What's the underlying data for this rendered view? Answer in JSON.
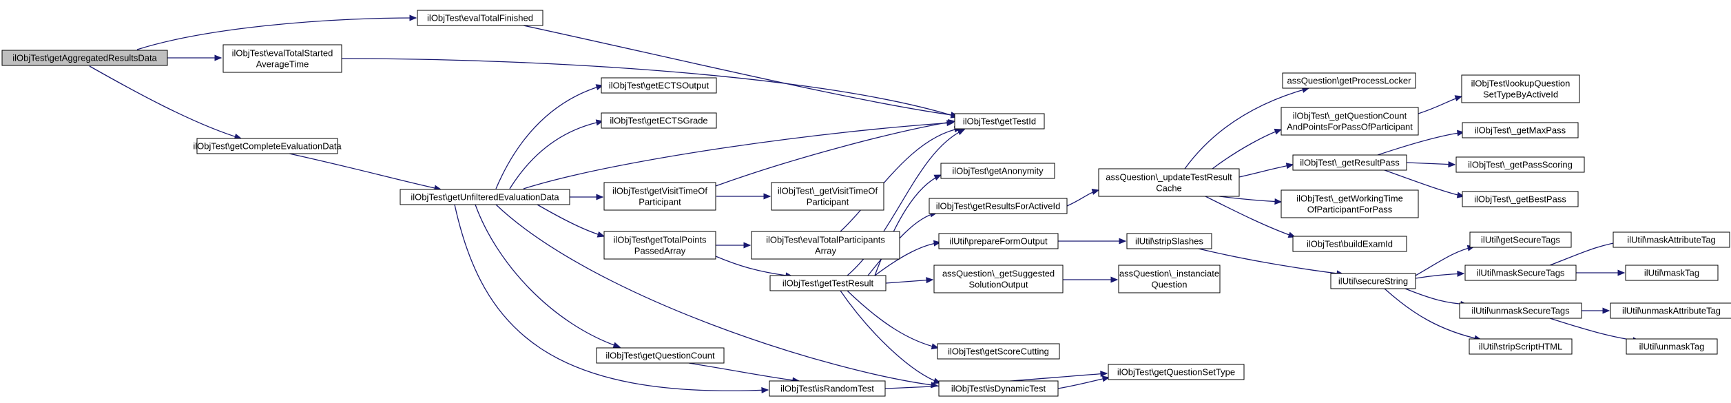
{
  "diagram": {
    "type": "call-graph",
    "colors": {
      "edge": "#191970",
      "root_fill": "#bfbfbf",
      "node_fill": "#ffffff",
      "node_border": "#000000"
    },
    "nodes": {
      "n0": {
        "lines": [
          "ilObjTest\\getAggregatedResultsData"
        ],
        "root": true
      },
      "n1": {
        "lines": [
          "ilObjTest\\evalTotalFinished"
        ]
      },
      "n2": {
        "lines": [
          "ilObjTest\\evalTotalStarted",
          "AverageTime"
        ]
      },
      "n3": {
        "lines": [
          "ilObjTest\\getCompleteEvaluationData"
        ]
      },
      "n4": {
        "lines": [
          "ilObjTest\\getTestId"
        ]
      },
      "n5": {
        "lines": [
          "ilObjTest\\getUnfilteredEvaluationData"
        ]
      },
      "n6": {
        "lines": [
          "ilObjTest\\getECTSOutput"
        ]
      },
      "n7": {
        "lines": [
          "ilObjTest\\getECTSGrade"
        ]
      },
      "n8": {
        "lines": [
          "ilObjTest\\getVisitTimeOf",
          "Participant"
        ]
      },
      "n9": {
        "lines": [
          "ilObjTest\\getTotalPoints",
          "PassedArray"
        ]
      },
      "n10": {
        "lines": [
          "ilObjTest\\getQuestionCount"
        ]
      },
      "n11": {
        "lines": [
          "ilObjTest\\isRandomTest"
        ]
      },
      "n12": {
        "lines": [
          "ilObjTest\\_getVisitTimeOf",
          "Participant"
        ]
      },
      "n13": {
        "lines": [
          "ilObjTest\\evalTotalParticipants",
          "Array"
        ]
      },
      "n14": {
        "lines": [
          "ilObjTest\\getTestResult"
        ]
      },
      "n15": {
        "lines": [
          "ilObjTest\\getAnonymity"
        ]
      },
      "n16": {
        "lines": [
          "ilObjTest\\getResultsForActiveId"
        ]
      },
      "n17": {
        "lines": [
          "ilUtil\\prepareFormOutput"
        ]
      },
      "n18": {
        "lines": [
          "assQuestion\\_getSuggested",
          "SolutionOutput"
        ]
      },
      "n19": {
        "lines": [
          "ilObjTest\\getScoreCutting"
        ]
      },
      "n20": {
        "lines": [
          "ilObjTest\\isDynamicTest"
        ]
      },
      "n21": {
        "lines": [
          "ilObjTest\\getQuestionSetType"
        ]
      },
      "n22": {
        "lines": [
          "assQuestion\\_updateTestResult",
          "Cache"
        ]
      },
      "n23": {
        "lines": [
          "ilUtil\\stripSlashes"
        ]
      },
      "n24": {
        "lines": [
          "assQuestion\\_instanciate",
          "Question"
        ]
      },
      "n25": {
        "lines": [
          "assQuestion\\getProcessLocker"
        ]
      },
      "n26": {
        "lines": [
          "ilObjTest\\_getQuestionCount",
          "AndPointsForPassOfParticipant"
        ]
      },
      "n27": {
        "lines": [
          "ilObjTest\\_getResultPass"
        ]
      },
      "n28": {
        "lines": [
          "ilObjTest\\_getWorkingTime",
          "OfParticipantForPass"
        ]
      },
      "n29": {
        "lines": [
          "ilObjTest\\buildExamId"
        ]
      },
      "n30": {
        "lines": [
          "ilUtil\\secureString"
        ]
      },
      "n31": {
        "lines": [
          "ilObjTest\\lookupQuestion",
          "SetTypeByActiveId"
        ]
      },
      "n32": {
        "lines": [
          "ilObjTest\\_getMaxPass"
        ]
      },
      "n33": {
        "lines": [
          "ilObjTest\\_getPassScoring"
        ]
      },
      "n34": {
        "lines": [
          "ilObjTest\\_getBestPass"
        ]
      },
      "n35": {
        "lines": [
          "ilUtil\\getSecureTags"
        ]
      },
      "n36": {
        "lines": [
          "ilUtil\\maskSecureTags"
        ]
      },
      "n37": {
        "lines": [
          "ilUtil\\unmaskSecureTags"
        ]
      },
      "n38": {
        "lines": [
          "ilUtil\\stripScriptHTML"
        ]
      },
      "n39": {
        "lines": [
          "ilUtil\\maskAttributeTag"
        ]
      },
      "n40": {
        "lines": [
          "ilUtil\\maskTag"
        ]
      },
      "n41": {
        "lines": [
          "ilUtil\\unmaskAttributeTag"
        ]
      },
      "n42": {
        "lines": [
          "ilUtil\\unmaskTag"
        ]
      }
    },
    "edges": [
      [
        "n0",
        "n1"
      ],
      [
        "n0",
        "n2"
      ],
      [
        "n0",
        "n3"
      ],
      [
        "n1",
        "n4"
      ],
      [
        "n2",
        "n4"
      ],
      [
        "n3",
        "n5"
      ],
      [
        "n5",
        "n6"
      ],
      [
        "n5",
        "n7"
      ],
      [
        "n5",
        "n4"
      ],
      [
        "n5",
        "n8"
      ],
      [
        "n5",
        "n9"
      ],
      [
        "n5",
        "n20"
      ],
      [
        "n5",
        "n10"
      ],
      [
        "n5",
        "n11"
      ],
      [
        "n8",
        "n4"
      ],
      [
        "n8",
        "n12"
      ],
      [
        "n9",
        "n13"
      ],
      [
        "n9",
        "n14"
      ],
      [
        "n13",
        "n4"
      ],
      [
        "n14",
        "n4"
      ],
      [
        "n14",
        "n15"
      ],
      [
        "n14",
        "n16"
      ],
      [
        "n14",
        "n17"
      ],
      [
        "n14",
        "n18"
      ],
      [
        "n14",
        "n19"
      ],
      [
        "n14",
        "n20"
      ],
      [
        "n10",
        "n11"
      ],
      [
        "n11",
        "n21"
      ],
      [
        "n20",
        "n21"
      ],
      [
        "n16",
        "n22"
      ],
      [
        "n17",
        "n23"
      ],
      [
        "n18",
        "n24"
      ],
      [
        "n22",
        "n25"
      ],
      [
        "n22",
        "n26"
      ],
      [
        "n22",
        "n27"
      ],
      [
        "n22",
        "n28"
      ],
      [
        "n22",
        "n29"
      ],
      [
        "n23",
        "n30"
      ],
      [
        "n26",
        "n31"
      ],
      [
        "n27",
        "n32"
      ],
      [
        "n27",
        "n33"
      ],
      [
        "n27",
        "n34"
      ],
      [
        "n30",
        "n35"
      ],
      [
        "n30",
        "n36"
      ],
      [
        "n30",
        "n37"
      ],
      [
        "n30",
        "n38"
      ],
      [
        "n36",
        "n39"
      ],
      [
        "n36",
        "n40"
      ],
      [
        "n37",
        "n41"
      ],
      [
        "n37",
        "n42"
      ]
    ]
  }
}
